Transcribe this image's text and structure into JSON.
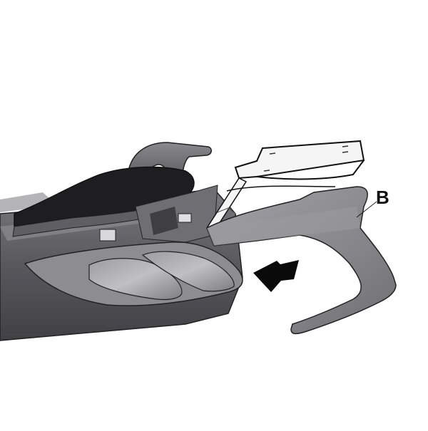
{
  "diagram": {
    "subject": "Motorcycle rear top-case rack mounting illustration",
    "callouts": [
      {
        "id": "B",
        "label": "B",
        "target": "rear-rack-support-arm"
      }
    ],
    "parts": [
      {
        "name": "passenger-grab-handle"
      },
      {
        "name": "seat"
      },
      {
        "name": "rear-tail-light"
      },
      {
        "name": "rear-body-fairing"
      },
      {
        "name": "mounting-plate"
      },
      {
        "name": "rack-support-arm-B"
      },
      {
        "name": "direction-arrow"
      }
    ],
    "colors": {
      "background": "#ffffff",
      "body_dark": "#4a4a4e",
      "body_mid": "#6b6b70",
      "body_light": "#9a9a9e",
      "seat": "#1e1e20",
      "plate": "#f2f2f2",
      "arm": "#8e8e92",
      "light_lens": "#a8a8ac",
      "outline": "#111111",
      "arrow": "#0a0a0a"
    }
  }
}
